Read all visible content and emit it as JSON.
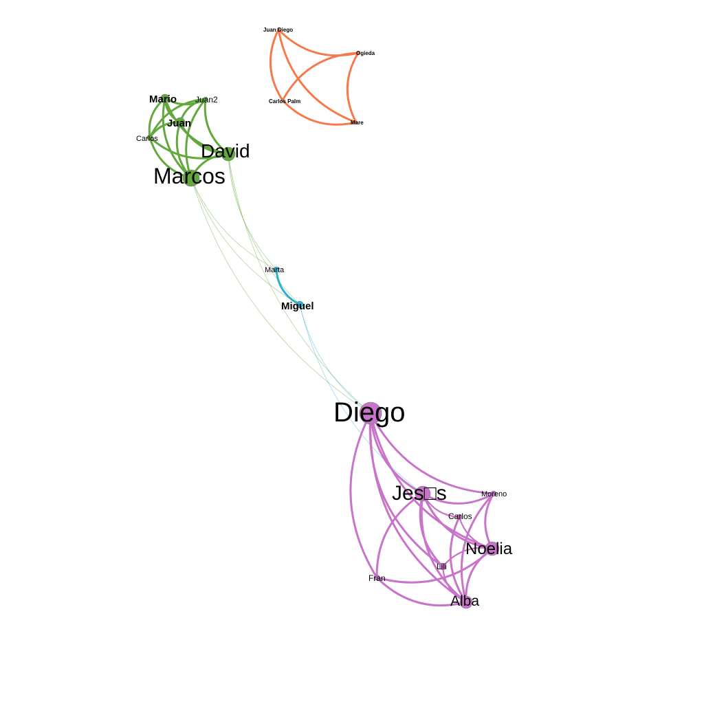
{
  "colors": {
    "green": "#62a83c",
    "orange": "#f5794a",
    "blue": "#27b3d6",
    "purple": "#c874c8",
    "background": "#ffffff"
  },
  "groups": {
    "green": [
      "Mario",
      "Juan2",
      "Juan",
      "Carlos",
      "David",
      "Marcos"
    ],
    "orange": [
      "Juan Diego",
      "Ogieda",
      "Carlos Palm",
      "Mare"
    ],
    "blue": [
      "Marta",
      "Miguel"
    ],
    "purple": [
      "Diego",
      "Jes□s",
      "Moreno",
      "Carlos",
      "Noelia",
      "Lili",
      "Fran",
      "Alba"
    ]
  },
  "nodes": [
    {
      "id": "mario",
      "label": "Mario",
      "group": "green",
      "bold": true
    },
    {
      "id": "juan2",
      "label": "Juan2",
      "group": "green",
      "bold": false
    },
    {
      "id": "juan",
      "label": "Juan",
      "group": "green",
      "bold": true
    },
    {
      "id": "carlos_g",
      "label": "Carlos",
      "group": "green",
      "bold": false
    },
    {
      "id": "david",
      "label": "David",
      "group": "green",
      "bold": false
    },
    {
      "id": "marcos",
      "label": "Marcos",
      "group": "green",
      "bold": false
    },
    {
      "id": "juandiego",
      "label": "Juan Diego",
      "group": "orange",
      "bold": true
    },
    {
      "id": "ogieda",
      "label": "Ogieda",
      "group": "orange",
      "bold": true
    },
    {
      "id": "carlospalm",
      "label": "Carlos Palm",
      "group": "orange",
      "bold": true
    },
    {
      "id": "mare",
      "label": "Mare",
      "group": "orange",
      "bold": true
    },
    {
      "id": "marta",
      "label": "Marta",
      "group": "blue",
      "bold": false
    },
    {
      "id": "miguel",
      "label": "Miguel",
      "group": "blue",
      "bold": true
    },
    {
      "id": "diego",
      "label": "Diego",
      "group": "purple",
      "bold": false
    },
    {
      "id": "jesus",
      "label": "Jes□s",
      "group": "purple",
      "bold": false
    },
    {
      "id": "moreno",
      "label": "Moreno",
      "group": "purple",
      "bold": false
    },
    {
      "id": "carlos_p",
      "label": "Carlos",
      "group": "purple",
      "bold": false
    },
    {
      "id": "noelia",
      "label": "Noelia",
      "group": "purple",
      "bold": false
    },
    {
      "id": "lili",
      "label": "Lili",
      "group": "purple",
      "bold": false
    },
    {
      "id": "fran",
      "label": "Fran",
      "group": "purple",
      "bold": false
    },
    {
      "id": "alba",
      "label": "Alba",
      "group": "purple",
      "bold": false
    }
  ],
  "edges": [
    [
      "mario",
      "juan2"
    ],
    [
      "mario",
      "juan"
    ],
    [
      "mario",
      "carlos_g"
    ],
    [
      "mario",
      "david"
    ],
    [
      "mario",
      "marcos"
    ],
    [
      "juan2",
      "juan"
    ],
    [
      "juan2",
      "david"
    ],
    [
      "juan2",
      "marcos"
    ],
    [
      "juan2",
      "carlos_g"
    ],
    [
      "juan",
      "carlos_g"
    ],
    [
      "juan",
      "david"
    ],
    [
      "juan",
      "marcos"
    ],
    [
      "carlos_g",
      "david"
    ],
    [
      "carlos_g",
      "marcos"
    ],
    [
      "david",
      "marcos"
    ],
    [
      "juandiego",
      "ogieda"
    ],
    [
      "juandiego",
      "carlospalm"
    ],
    [
      "juandiego",
      "mare"
    ],
    [
      "ogieda",
      "carlospalm"
    ],
    [
      "ogieda",
      "mare"
    ],
    [
      "carlospalm",
      "mare"
    ],
    [
      "marta",
      "miguel"
    ],
    [
      "david",
      "marta"
    ],
    [
      "david",
      "miguel"
    ],
    [
      "marcos",
      "marta"
    ],
    [
      "marcos",
      "miguel"
    ],
    [
      "marcos",
      "diego"
    ],
    [
      "david",
      "diego"
    ],
    [
      "miguel",
      "diego"
    ],
    [
      "miguel",
      "jesus"
    ],
    [
      "diego",
      "jesus"
    ],
    [
      "diego",
      "moreno"
    ],
    [
      "diego",
      "noelia"
    ],
    [
      "diego",
      "alba"
    ],
    [
      "diego",
      "fran"
    ],
    [
      "diego",
      "lili"
    ],
    [
      "jesus",
      "moreno"
    ],
    [
      "jesus",
      "carlos_p"
    ],
    [
      "jesus",
      "noelia"
    ],
    [
      "jesus",
      "lili"
    ],
    [
      "jesus",
      "alba"
    ],
    [
      "jesus",
      "fran"
    ],
    [
      "moreno",
      "noelia"
    ],
    [
      "moreno",
      "alba"
    ],
    [
      "carlos_p",
      "noelia"
    ],
    [
      "carlos_p",
      "alba"
    ],
    [
      "noelia",
      "lili"
    ],
    [
      "noelia",
      "alba"
    ],
    [
      "lili",
      "alba"
    ],
    [
      "fran",
      "alba"
    ],
    [
      "fran",
      "noelia"
    ]
  ]
}
